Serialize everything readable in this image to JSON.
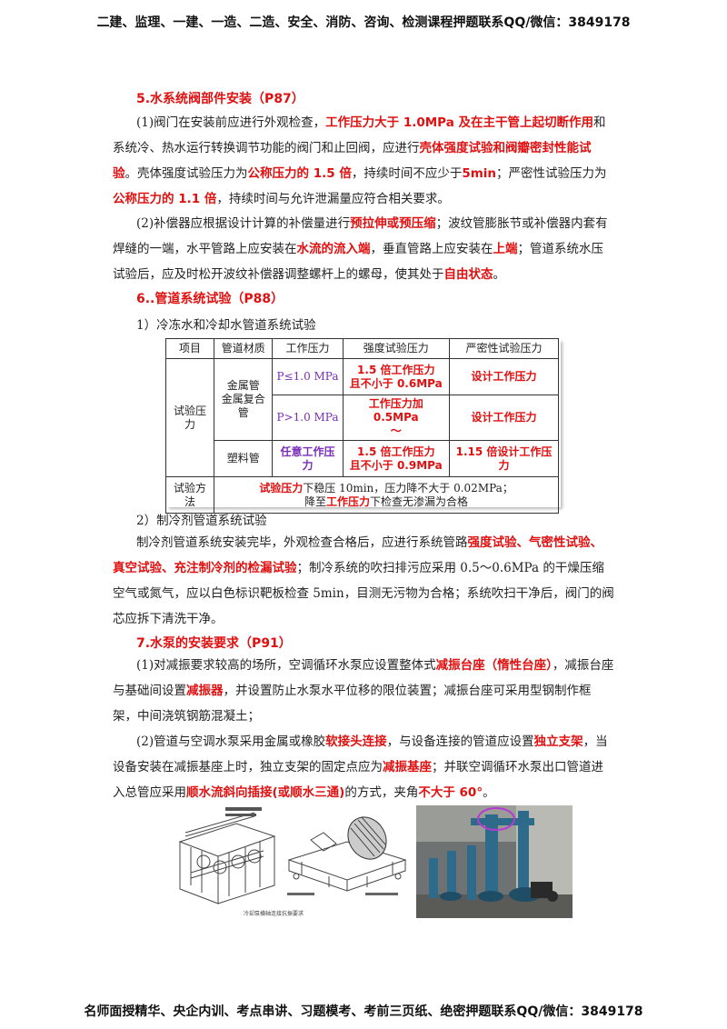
{
  "header": "二建、监理、一建、一造、二造、安全、消防、咨询、检测课程押题联系QQ/微信：3849178",
  "footer": "名师面授精华、央企内训、考点串讲、习题模考、考前三页纸、绝密押题联系QQ/微信：3849178",
  "section5": {
    "title": "5.水系统阀部件安装（P87）",
    "p1": {
      "a": "(1)阀门在安装前应进行外观检查，",
      "b": "工作压力大于 1.0MPa 及在主干管上起切断作用",
      "c": "和系统冷、热水运行转换调节功能的阀门和止回阀，应进行",
      "d": "壳体强度试验和阀瓣密封性能试验",
      "e": "。壳体强度试验压力为",
      "f": "公称压力的 1.5 倍",
      "g": "，持续时间不应少于",
      "h": "5min",
      "i": "；严密性试验压力为",
      "j": "公称压力的 1.1 倍",
      "k": "，持续时间与允许泄漏量应符合相关要求。"
    },
    "p2": {
      "a": "(2)补偿器应根据设计计算的补偿量进行",
      "b": "预拉伸或预压缩",
      "c": "；波纹管膨胀节或补偿器内套有焊缝的一端，水平管路上应安装在",
      "d": "水流的流入端",
      "e": "，垂直管路上应安装在",
      "f": "上端",
      "g": "；管道系统水压试验后，应及时松开波纹补偿器调整螺杆上的螺母，使其处于",
      "h": "自由状态",
      "i": "。"
    }
  },
  "section6": {
    "title": "6..管道系统试验（P88）",
    "sub1": "1）冷冻水和冷却水管道系统试验",
    "table": {
      "headers": [
        "项目",
        "管道材质",
        "工作压力",
        "强度试验压力",
        "严密性试验压力"
      ],
      "row_label": "试验压力",
      "metal": "金属管\n金属复合管",
      "metal1": "金属管",
      "metal2": "金属复合管",
      "r1_work": "P≤1.0 MPa",
      "r1_str1": "1.5 倍工作压力",
      "r1_str2": "且不小于 0.6MPa",
      "r1_tight": "设计工作压力",
      "r2_work": "P>1.0 MPa",
      "r2_str1": "工作压力加 0.5MPa",
      "r2_str2": "～",
      "r2_tight": "设计工作压力",
      "plastic": "塑料管",
      "r3_work": "任意工作压力",
      "r3_str1": "1.5 倍工作压力",
      "r3_str2": "且不小于 0.9MPa",
      "r3_tight": "1.15 倍设计工作压力",
      "method_label": "试验方法",
      "m1a": "试验压力",
      "m1b": "下稳压 10min，压力降不大于 0.02MPa；",
      "m2a": "降至",
      "m2b": "工作压力",
      "m2c": "下检查无渗漏为合格"
    },
    "sub2": "2）制冷剂管道系统试验",
    "p3": {
      "a": "制冷剂管道系统安装完毕，外观检查合格后，应进行系统管路",
      "b": "强度试验、气密性试验、真空试验、充注制冷剂的检漏试验",
      "c": "；制冷系统的吹扫排污应采用 0.5～0.6MPa 的干燥压缩空气或氮气，应以白色标识靶板检查 5min，目测无污物为合格；系统吹扫干净后，阀门的阀芯应拆下清洗干净。"
    }
  },
  "section7": {
    "title": "7.水泵的安装要求（P91）",
    "p4": {
      "a": "(1)对减振要求较高的场所，空调循环水泵应设置整体式",
      "b": "减振台座（惰性台座）",
      "c": "，减振台座与基础间设置",
      "d": "减振器",
      "e": "，并设置防止水泵水平位移的限位装置；减振台座可采用型钢制作框架，中间浇筑钢筋混凝土；"
    },
    "p5": {
      "a": "(2)管道与空调水泵采用金属或橡胶",
      "b": "软接头连接",
      "c": "，与设备连接的管道应设置",
      "d": "独立支架",
      "e": "，当设备安装在减振基座上时，独立支架的固定点应为",
      "f": "减振基座",
      "g": "；并联空调循环水泵出口管道进入总管应采用",
      "h": "顺水流斜向插接(或顺水三通)",
      "i": "的方式，夹角",
      "j": "不大于 60°",
      "k": "。"
    },
    "fig_caption": "冷却泵横轴连接抗振要求"
  },
  "colors": {
    "red": "#e01010",
    "purple": "#7a2db8"
  }
}
